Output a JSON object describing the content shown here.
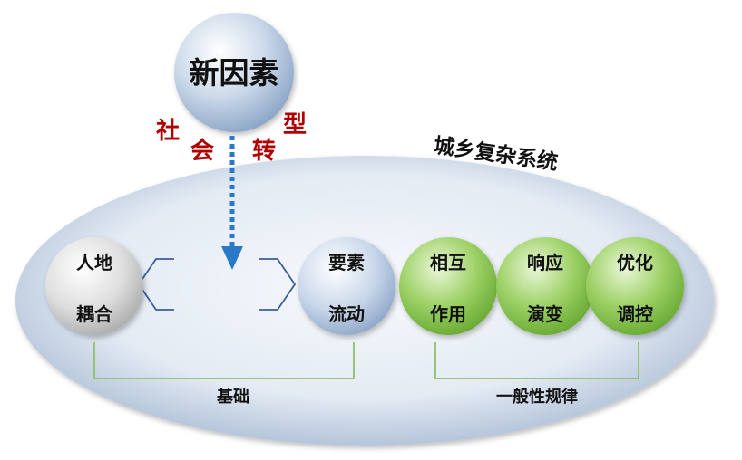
{
  "title": "城乡复杂系统",
  "source_node": "新因素",
  "transformation": [
    "社",
    "会",
    "转",
    "型"
  ],
  "foundation": {
    "nodes": [
      {
        "line1": "人地",
        "line2": "耦合"
      },
      {
        "line1": "要素",
        "line2": "流动"
      }
    ],
    "label": "基础"
  },
  "laws": {
    "nodes": [
      {
        "line1": "相互",
        "line2": "作用"
      },
      {
        "line1": "响应",
        "line2": "演变"
      },
      {
        "line1": "优化",
        "line2": "调控"
      }
    ],
    "label": "一般性规律"
  },
  "colors": {
    "transformation_text": "#b00000",
    "arrow": "#2a78c8",
    "bracket": "#8fbf6a",
    "chevron": "#3b5f9a",
    "green_node": "#7fc24a",
    "grey_node": "#cfcfcf",
    "blue_node": "#b7c9e2"
  }
}
